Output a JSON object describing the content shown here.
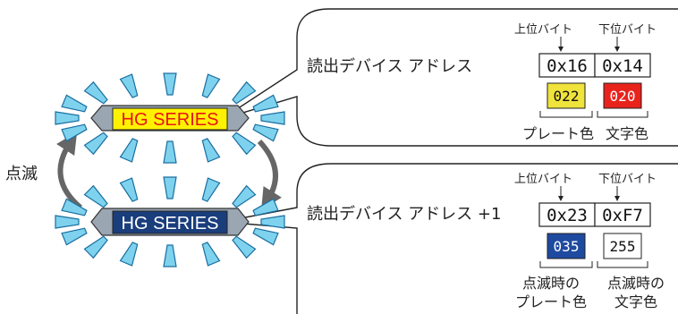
{
  "blink_label": "点滅",
  "plate_top": {
    "text": "HG SERIES",
    "plate_color": "#fff200",
    "text_color": "#e8141b"
  },
  "plate_bottom": {
    "text": "HG SERIES",
    "plate_color": "#1a3d7c",
    "text_color": "#ffffff"
  },
  "panel_top": {
    "label": "読出デバイス アドレス",
    "upper_byte_label": "上位バイト",
    "lower_byte_label": "下位バイト",
    "upper_value": "0x16",
    "lower_value": "0x14",
    "upper_code": "022",
    "lower_code": "020",
    "upper_code_bg": "#efe33c",
    "lower_code_bg": "#e8231c",
    "upper_caption": "プレート色",
    "lower_caption": "文字色"
  },
  "panel_bottom": {
    "label": "読出デバイス アドレス +1",
    "upper_byte_label": "上位バイト",
    "lower_byte_label": "下位バイト",
    "upper_value": "0x23",
    "lower_value": "0xF7",
    "upper_code": "035",
    "lower_code": "255",
    "upper_code_bg": "#1e4aa0",
    "lower_code_bg": "#ffffff",
    "upper_caption_1": "点滅時の",
    "upper_caption_2": "プレート色",
    "lower_caption_1": "点滅時の",
    "lower_caption_2": "文字色"
  }
}
